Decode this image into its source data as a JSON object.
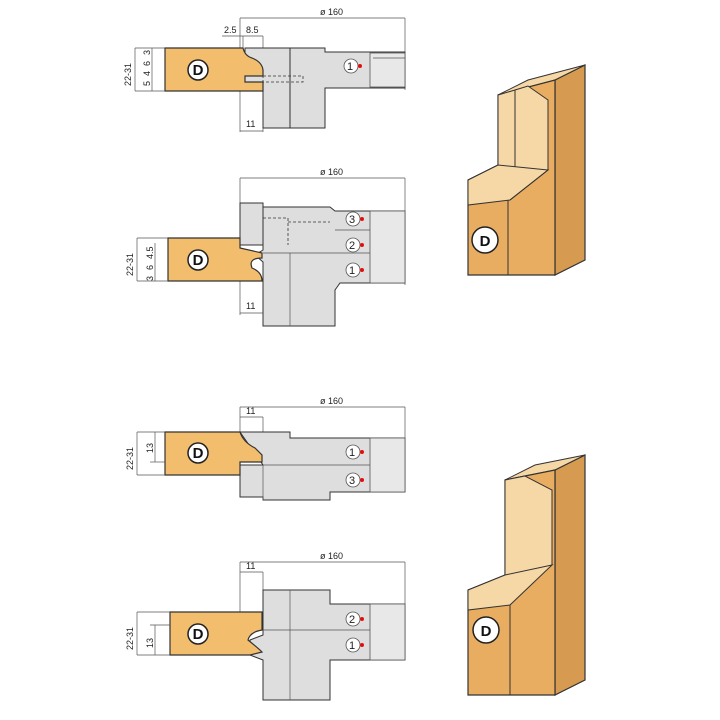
{
  "diagram_1": {
    "diameter": "ø 160",
    "dim_left": "2.5",
    "dim_right": "8.5",
    "height": "22-31",
    "steps": [
      "3",
      "6",
      "4",
      "5"
    ],
    "depth": "11",
    "workpiece": "D",
    "cutters": [
      "1"
    ]
  },
  "diagram_2": {
    "diameter": "ø 160",
    "height": "22-31",
    "steps": [
      "4.5",
      "6",
      "3"
    ],
    "depth": "11",
    "workpiece": "D",
    "cutters": [
      "3",
      "2",
      "1"
    ]
  },
  "diagram_3": {
    "diameter": "ø 160",
    "depth": "11",
    "height": "22-31",
    "step": "13",
    "workpiece": "D",
    "cutters": [
      "1",
      "3"
    ]
  },
  "diagram_4": {
    "diameter": "ø 160",
    "depth": "11",
    "height": "22-31",
    "step": "13",
    "workpiece": "D",
    "cutters": [
      "2",
      "1"
    ]
  },
  "door_1": {
    "label": "D"
  },
  "door_2": {
    "label": "D"
  },
  "colors": {
    "wood": "#f3bd6e",
    "tool": "#dedede",
    "marker": "#e01010"
  }
}
